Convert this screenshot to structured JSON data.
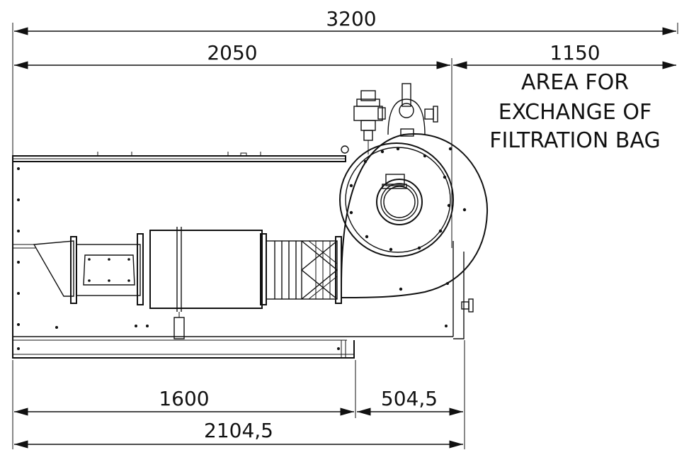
{
  "dimensions": {
    "top_total": "3200",
    "top_left": "2050",
    "top_right": "1150",
    "bottom_left": "1600",
    "bottom_right": "504,5",
    "bottom_total": "2104,5"
  },
  "note": {
    "line1": "AREA FOR",
    "line2": "EXCHANGE OF",
    "line3": "FILTRATION BAG"
  }
}
